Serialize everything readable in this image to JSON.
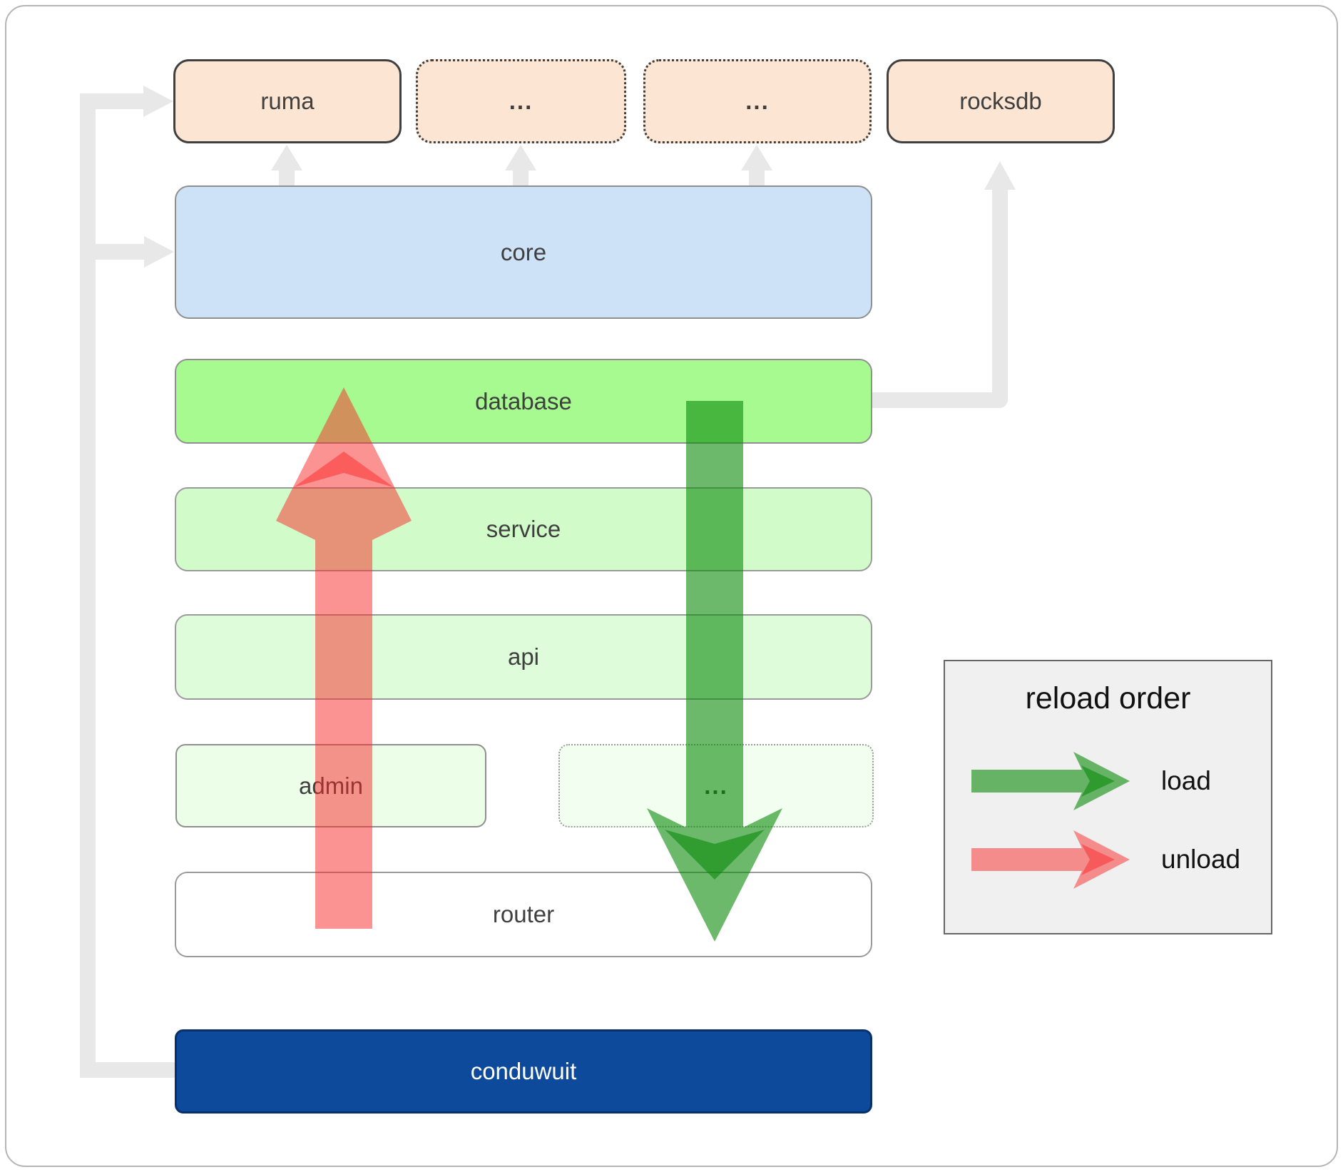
{
  "diagram": {
    "top_row": [
      {
        "label": "ruma",
        "border": "solid"
      },
      {
        "label": "...",
        "border": "dotted"
      },
      {
        "label": "...",
        "border": "dotted"
      },
      {
        "label": "rocksdb",
        "border": "solid"
      }
    ],
    "layers": {
      "core": "core",
      "database": "database",
      "service": "service",
      "api": "api",
      "admin": "admin",
      "admin_dots": "...",
      "router": "router",
      "conduwuit": "conduwuit"
    },
    "connections": [
      {
        "from": "conduwuit",
        "to": "ruma",
        "style": "gray-elbow"
      },
      {
        "from": "conduwuit",
        "to": "core",
        "style": "gray-elbow"
      },
      {
        "from": "core",
        "to": "ruma",
        "style": "gray-arrow"
      },
      {
        "from": "core",
        "to": "...",
        "style": "gray-arrow"
      },
      {
        "from": "core",
        "to": "...",
        "style": "gray-arrow"
      },
      {
        "from": "database",
        "to": "rocksdb",
        "style": "gray-elbow"
      },
      {
        "from": "database",
        "to": "router",
        "name": "load",
        "style": "green-block-arrow"
      },
      {
        "from": "router",
        "to": "database",
        "name": "unload",
        "style": "red-block-arrow"
      }
    ],
    "legend": {
      "title": "reload order",
      "items": [
        {
          "label": "load",
          "color": "#0a8a0a"
        },
        {
          "label": "unload",
          "color": "#fa2828"
        }
      ]
    },
    "colors": {
      "peach_box": "#fce5d2",
      "core_blue": "#cde2f7",
      "database_green": "#a6fa90",
      "service_green": "#d1fcc9",
      "api_green": "#defcda",
      "admin_green": "#ecfde8",
      "router_white": "#ffffff",
      "conduwuit_blue": "#0d4a9c",
      "connector_gray": "#e8e8e8",
      "load_arrow": "rgba(10,138,10,0.6)",
      "unload_arrow": "rgba(250,40,40,0.5)"
    }
  }
}
